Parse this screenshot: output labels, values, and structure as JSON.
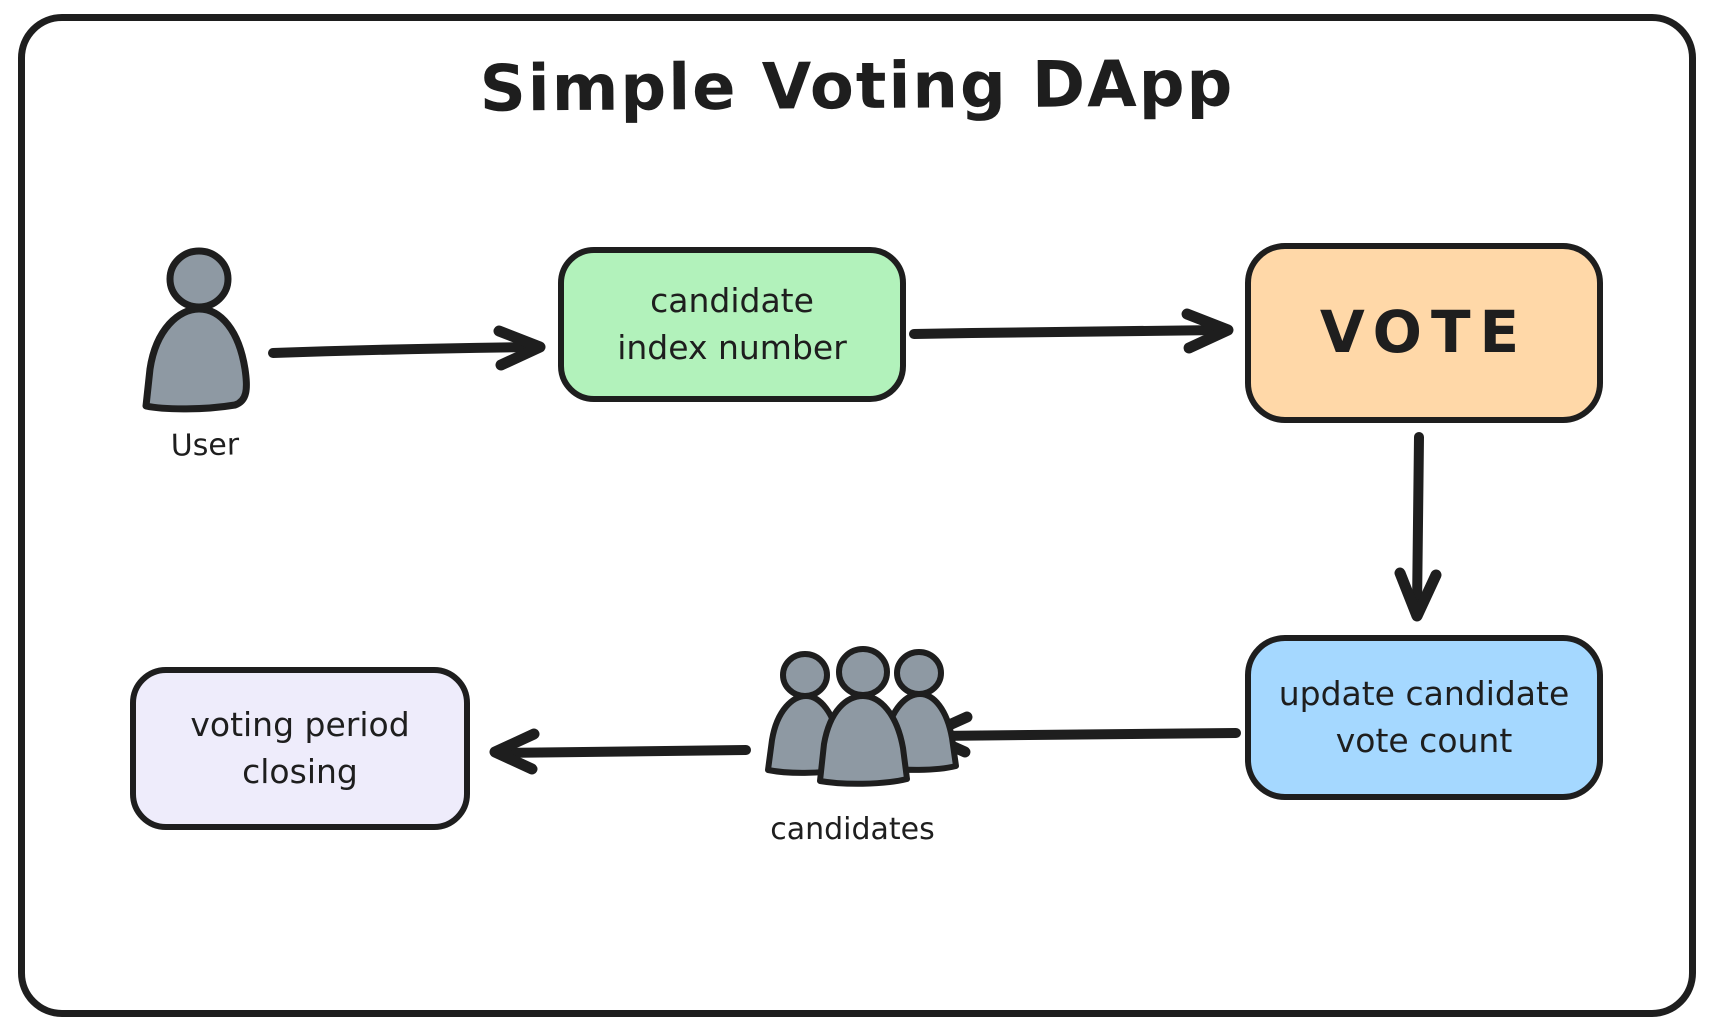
{
  "title": "Simple Voting DApp",
  "colors": {
    "outline": "#1e1e1e",
    "green": "#b2f2bb",
    "orange": "#ffd8a8",
    "blue": "#a5d8ff",
    "lavender": "#eeecfb",
    "person_gray": "#8e99a3"
  },
  "nodes": {
    "user": {
      "label": "User"
    },
    "candidate_index": {
      "line1": "candidate",
      "line2": "index number"
    },
    "vote": {
      "label": "VOTE"
    },
    "update_count": {
      "line1": "update candidate",
      "line2": "vote count"
    },
    "candidates": {
      "label": "candidates"
    },
    "voting_period": {
      "line1": "voting period",
      "line2": "closing"
    }
  }
}
